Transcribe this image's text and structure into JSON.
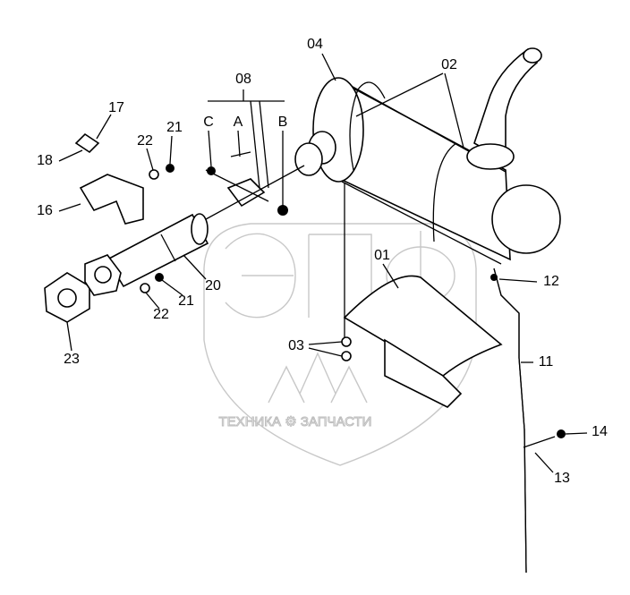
{
  "watermark": {
    "top_text": "ТЕХНИКА ⚙ ЗАПЧАСТИ",
    "logo_text": "ЭПФ"
  },
  "labels": {
    "p04": "04",
    "p02": "02",
    "p08": "08",
    "pC": "C",
    "pA": "A",
    "pB": "B",
    "p17": "17",
    "p21a": "21",
    "p22a": "22",
    "p18": "18",
    "p16": "16",
    "p20": "20",
    "p21b": "21",
    "p22b": "22",
    "p23": "23",
    "p01": "01",
    "p12": "12",
    "p03": "03",
    "p11": "11",
    "p14": "14",
    "p13": "13"
  }
}
